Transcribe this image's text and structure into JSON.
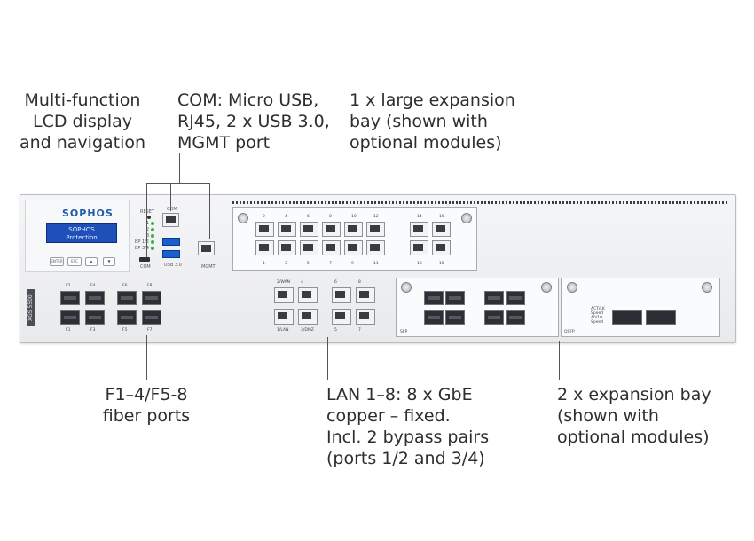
{
  "callouts": {
    "lcd": "Multi-function\nLCD display\nand navigation",
    "com": "COM: Micro USB,\nRJ45, 2 x USB 3.0,\nMGMT port",
    "large_bay": "1 x large expansion\nbay (shown with\noptional modules)",
    "fiber": "F1–4/F5-8\nfiber ports",
    "lan": "LAN 1–8: 8 x GbE\ncopper – fixed.\nIncl. 2 bypass pairs\n(ports 1/2 and 3/4)",
    "exp_bay": "2 x expansion bay\n(shown with\noptional modules)"
  },
  "device": {
    "logo": "SOPHOS",
    "lcd_line1": "SOPHOS",
    "lcd_line2": "Protection",
    "model": "XGS 5500",
    "reset": "RESET",
    "com_label": "COM",
    "mgmt_label": "MGMT",
    "usb_label": "USB 3.0",
    "nav_buttons": [
      "ENTER",
      "ESC",
      "▲",
      "▼"
    ],
    "fiber_top_labels": [
      "F2",
      "F4",
      "F6",
      "F8"
    ],
    "fiber_bottom_labels": [
      "F1",
      "F3",
      "F5",
      "F7"
    ],
    "lan_top_labels": [
      "2/WAN",
      "4",
      "6",
      "8"
    ],
    "lan_bottom_labels": [
      "1/LAN",
      "3/DMZ",
      "5",
      "7"
    ],
    "led_labels": [
      "1",
      "2",
      "3",
      "BP 1/2",
      "BP 3/4"
    ],
    "large_bay_top_labels": [
      "2",
      "4",
      "6",
      "8",
      "10",
      "12",
      "14",
      "16"
    ],
    "large_bay_bottom_labels": [
      "1",
      "3",
      "5",
      "7",
      "9",
      "11",
      "13",
      "15"
    ],
    "small_module_label": "SFP",
    "qsfp_module_label": "QSFP",
    "qsfp_status": [
      "ACT/LK",
      "Speed",
      "40/10",
      "Speed"
    ],
    "colors": {
      "lcd": "#1f4fb8",
      "usb": "#1a5fd0",
      "led": "#3cb043",
      "logo": "#1d5aa8"
    }
  }
}
